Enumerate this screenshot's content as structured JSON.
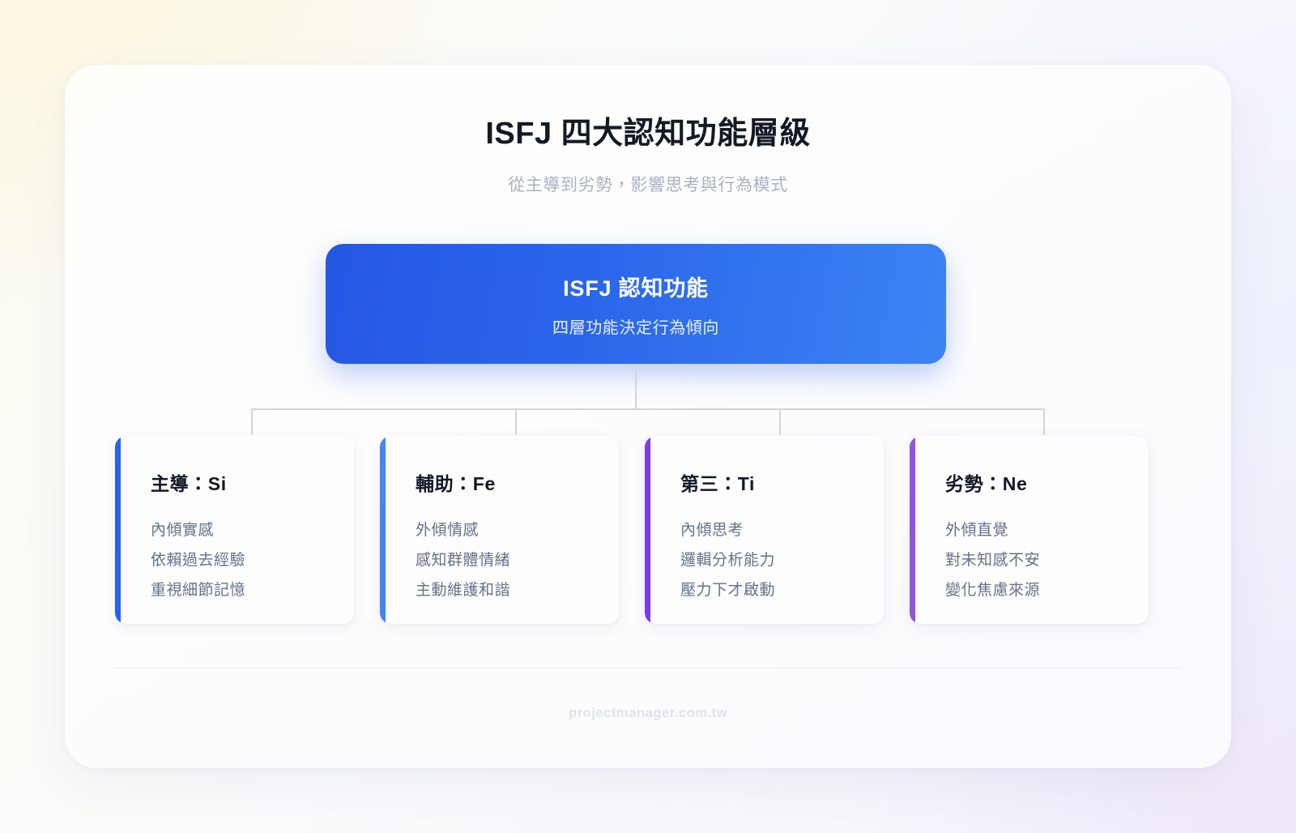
{
  "header": {
    "title": "ISFJ 四大認知功能層級",
    "subtitle": "從主導到劣勢，影響思考與行為模式"
  },
  "hero": {
    "title": "ISFJ 認知功能",
    "subtitle": "四層功能決定行為傾向",
    "gradient_from": "#2457e3",
    "gradient_to": "#3c83f3"
  },
  "cards": [
    {
      "title": "主導：Si",
      "lines": [
        "內傾實感",
        "依賴過去經驗",
        "重視細節記憶"
      ],
      "accent": "#2563eb"
    },
    {
      "title": "輔助：Fe",
      "lines": [
        "外傾情感",
        "感知群體情緒",
        "主動維護和諧"
      ],
      "accent": "#4285f4"
    },
    {
      "title": "第三：Ti",
      "lines": [
        "內傾思考",
        "邏輯分析能力",
        "壓力下才啟動"
      ],
      "accent": "#7c3aed"
    },
    {
      "title": "劣勢：Ne",
      "lines": [
        "外傾直覺",
        "對未知感不安",
        "變化焦慮來源"
      ],
      "accent": "#9353e0"
    }
  ],
  "footer": {
    "site": "projectmanager.com.tw"
  }
}
